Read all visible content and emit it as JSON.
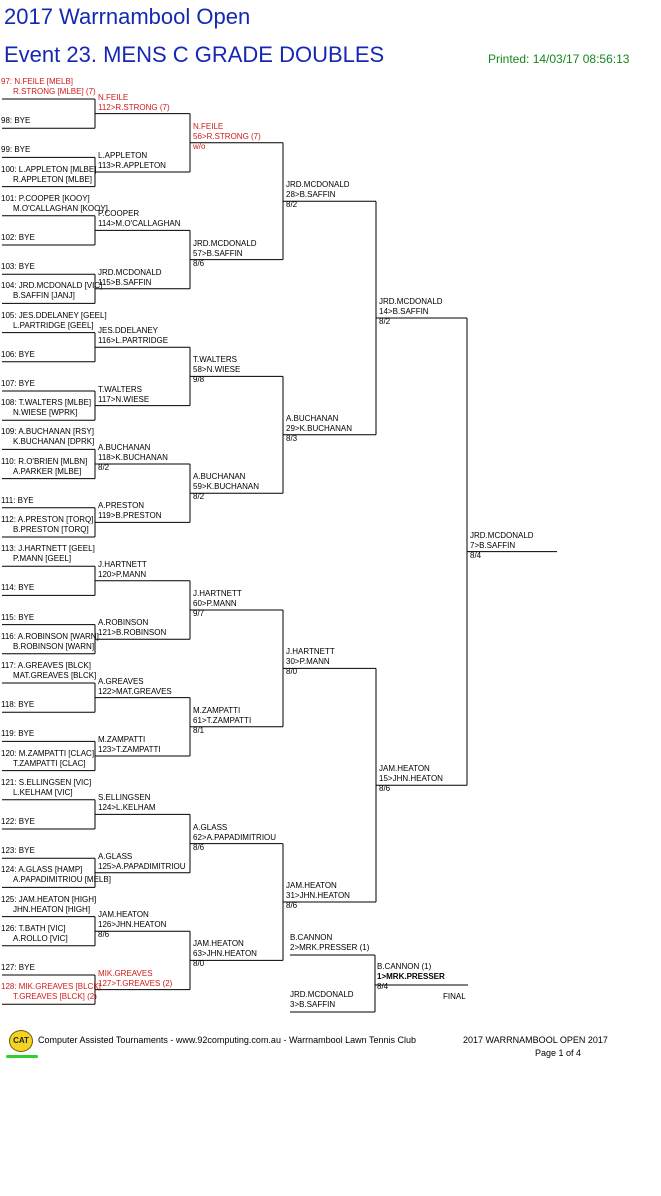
{
  "header": {
    "title": "2017 Warrnambool Open",
    "event": "Event 23. MENS C GRADE DOUBLES",
    "printed": "Printed: 14/03/17 08:56:13"
  },
  "round1": [
    {
      "lines": [
        "97: N.FEILE [MELB]",
        "R.STRONG [MLBE] (7)"
      ],
      "red": true
    },
    {
      "lines": [
        "98: BYE"
      ]
    },
    {
      "lines": [
        "99: BYE"
      ]
    },
    {
      "lines": [
        "100: L.APPLETON [MLBE]",
        "R.APPLETON [MLBE]"
      ]
    },
    {
      "lines": [
        "101: P.COOPER [KOOY]",
        "M.O'CALLAGHAN [KOOY]"
      ]
    },
    {
      "lines": [
        "102: BYE"
      ]
    },
    {
      "lines": [
        "103: BYE"
      ]
    },
    {
      "lines": [
        "104: JRD.MCDONALD [VIC]",
        "B.SAFFIN [JANJ]"
      ]
    },
    {
      "lines": [
        "105: JES.DDELANEY [GEEL]",
        "L.PARTRIDGE [GEEL]"
      ]
    },
    {
      "lines": [
        "106: BYE"
      ]
    },
    {
      "lines": [
        "107: BYE"
      ]
    },
    {
      "lines": [
        "108: T.WALTERS [MLBE]",
        "N.WIESE [WPRK]"
      ]
    },
    {
      "lines": [
        "109: A.BUCHANAN [RSY]",
        "K.BUCHANAN [DPRK]"
      ]
    },
    {
      "lines": [
        "110: R.O'BRIEN [MLBN]",
        "A.PARKER [MLBE]"
      ]
    },
    {
      "lines": [
        "111: BYE"
      ]
    },
    {
      "lines": [
        "112: A.PRESTON [TORQ]",
        "B.PRESTON [TORQ]"
      ]
    },
    {
      "lines": [
        "113: J.HARTNETT [GEEL]",
        "P.MANN [GEEL]"
      ]
    },
    {
      "lines": [
        "114: BYE"
      ]
    },
    {
      "lines": [
        "115: BYE"
      ]
    },
    {
      "lines": [
        "116: A.ROBINSON [WARN]",
        "B.ROBINSON [WARN]"
      ]
    },
    {
      "lines": [
        "117: A.GREAVES [BLCK]",
        "MAT.GREAVES [BLCK]"
      ]
    },
    {
      "lines": [
        "118: BYE"
      ]
    },
    {
      "lines": [
        "119: BYE"
      ]
    },
    {
      "lines": [
        "120: M.ZAMPATTI [CLAC]",
        "T.ZAMPATTI [CLAC]"
      ]
    },
    {
      "lines": [
        "121: S.ELLINGSEN [VIC]",
        "L.KELHAM [VIC]"
      ]
    },
    {
      "lines": [
        "122: BYE"
      ]
    },
    {
      "lines": [
        "123: BYE"
      ]
    },
    {
      "lines": [
        "124: A.GLASS [HAMP]",
        "A.PAPADIMITRIOU [MELB]"
      ]
    },
    {
      "lines": [
        "125: JAM.HEATON [HIGH]",
        "JHN.HEATON [HIGH]"
      ]
    },
    {
      "lines": [
        "126: T.BATH [VIC]",
        "A.ROLLO [VIC]"
      ]
    },
    {
      "lines": [
        "127: BYE"
      ]
    },
    {
      "lines": [
        "128: MIK.GREAVES [BLCK]",
        "T.GREAVES [BLCK] (2)"
      ],
      "red": true
    }
  ],
  "round2": [
    {
      "lines": [
        "N.FEILE",
        "112>R.STRONG (7)"
      ],
      "red": true
    },
    {
      "lines": [
        "L.APPLETON",
        "113>R.APPLETON"
      ]
    },
    {
      "lines": [
        "P.COOPER",
        "114>M.O'CALLAGHAN"
      ]
    },
    {
      "lines": [
        "JRD.MCDONALD",
        "115>B.SAFFIN"
      ]
    },
    {
      "lines": [
        "JES.DDELANEY",
        "116>L.PARTRIDGE"
      ]
    },
    {
      "lines": [
        "T.WALTERS",
        "117>N.WIESE"
      ]
    },
    {
      "lines": [
        "A.BUCHANAN",
        "118>K.BUCHANAN",
        "8/2"
      ]
    },
    {
      "lines": [
        "A.PRESTON",
        "119>B.PRESTON"
      ]
    },
    {
      "lines": [
        "J.HARTNETT",
        "120>P.MANN"
      ]
    },
    {
      "lines": [
        "A.ROBINSON",
        "121>B.ROBINSON"
      ]
    },
    {
      "lines": [
        "A.GREAVES",
        "122>MAT.GREAVES"
      ]
    },
    {
      "lines": [
        "M.ZAMPATTI",
        "123>T.ZAMPATTI"
      ]
    },
    {
      "lines": [
        "S.ELLINGSEN",
        "124>L.KELHAM"
      ]
    },
    {
      "lines": [
        "A.GLASS",
        "125>A.PAPADIMITRIOU"
      ]
    },
    {
      "lines": [
        "JAM.HEATON",
        "126>JHN.HEATON",
        "8/6"
      ]
    },
    {
      "lines": [
        "MIK.GREAVES",
        "127>T.GREAVES (2)"
      ],
      "red": true
    }
  ],
  "round3": [
    {
      "lines": [
        "N.FEILE",
        "56>R.STRONG (7)",
        "w/o"
      ],
      "red": true
    },
    {
      "lines": [
        "JRD.MCDONALD",
        "57>B.SAFFIN",
        "8/6"
      ]
    },
    {
      "lines": [
        "T.WALTERS",
        "58>N.WIESE",
        "9/8"
      ]
    },
    {
      "lines": [
        "A.BUCHANAN",
        "59>K.BUCHANAN",
        "8/2"
      ]
    },
    {
      "lines": [
        "J.HARTNETT",
        "60>P.MANN",
        "9/7"
      ]
    },
    {
      "lines": [
        "M.ZAMPATTI",
        "61>T.ZAMPATTI",
        "8/1"
      ]
    },
    {
      "lines": [
        "A.GLASS",
        "62>A.PAPADIMITRIOU",
        "8/6"
      ]
    },
    {
      "lines": [
        "JAM.HEATON",
        "63>JHN.HEATON",
        "8/0"
      ]
    }
  ],
  "round4": [
    {
      "lines": [
        "JRD.MCDONALD",
        "28>B.SAFFIN",
        "8/2"
      ]
    },
    {
      "lines": [
        "A.BUCHANAN",
        "29>K.BUCHANAN",
        "8/3"
      ]
    },
    {
      "lines": [
        "J.HARTNETT",
        "30>P.MANN",
        "8/0"
      ]
    },
    {
      "lines": [
        "JAM.HEATON",
        "31>JHN.HEATON",
        "8/6"
      ]
    }
  ],
  "round5": [
    {
      "lines": [
        "JRD.MCDONALD",
        "14>B.SAFFIN",
        "8/2"
      ]
    },
    {
      "lines": [
        "JAM.HEATON",
        "15>JHN.HEATON",
        "8/6"
      ]
    }
  ],
  "round6": [
    {
      "lines": [
        "JRD.MCDONALD",
        "7>B.SAFFIN",
        "8/4"
      ]
    }
  ],
  "final": {
    "top": {
      "lines": [
        "B.CANNON",
        "2>MRK.PRESSER (1)"
      ]
    },
    "bottom": {
      "lines": [
        "JRD.MCDONALD",
        "3>B.SAFFIN"
      ]
    },
    "winner": {
      "lines": [
        "B.CANNON (1)",
        "1>MRK.PRESSER",
        "8/4"
      ]
    },
    "label": "FINAL"
  },
  "footer": {
    "logo_text": "CAT",
    "credits": "Computer Assisted Tournaments - www.92computing.com.au -  Warrnambool Lawn Tennis Club",
    "event_name": "2017 WARRNAMBOOL OPEN 2017",
    "page": "Page 1 of 4"
  }
}
